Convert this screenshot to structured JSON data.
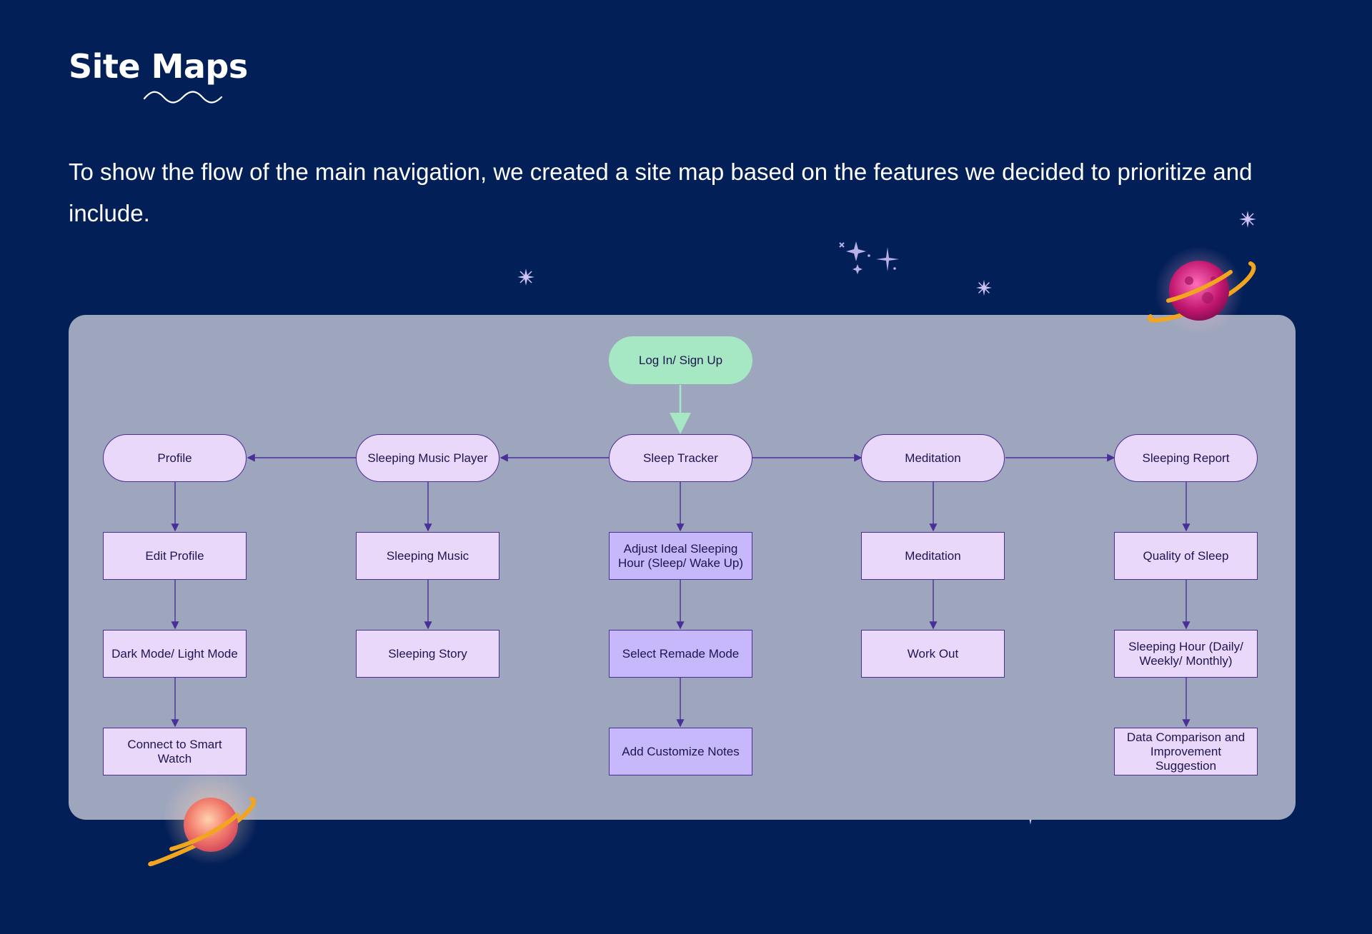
{
  "header": {
    "title": "Site Maps",
    "intro": "To show the flow of the main navigation, we created a site map based on the features we decided to prioritize and include."
  },
  "colors": {
    "background": "#031f57",
    "panel": "#9ea6be",
    "start_node": "#a6e8c4",
    "node": "#ead8fb",
    "highlight_node": "#c7b7fb",
    "connector": "#4a2f9a"
  },
  "sitemap": {
    "root": "Log In/ Sign Up",
    "sections": [
      {
        "label": "Profile",
        "children": [
          "Edit Profile",
          "Dark Mode/ Light Mode",
          "Connect to Smart Watch"
        ]
      },
      {
        "label": "Sleeping Music Player",
        "children": [
          "Sleeping Music",
          "Sleeping Story"
        ]
      },
      {
        "label": "Sleep Tracker",
        "children": [
          "Adjust Ideal Sleeping Hour (Sleep/ Wake Up)",
          "Select Remade Mode",
          "Add Customize Notes"
        ]
      },
      {
        "label": "Meditation",
        "children": [
          "Meditation",
          "Work Out"
        ]
      },
      {
        "label": "Sleeping Report",
        "children": [
          "Quality of Sleep",
          "Sleeping Hour (Daily/ Weekly/ Monthly)",
          "Data Comparison and Improvement Suggestion"
        ]
      }
    ]
  },
  "decorations": [
    "sparkle-icon",
    "planet-icon"
  ]
}
